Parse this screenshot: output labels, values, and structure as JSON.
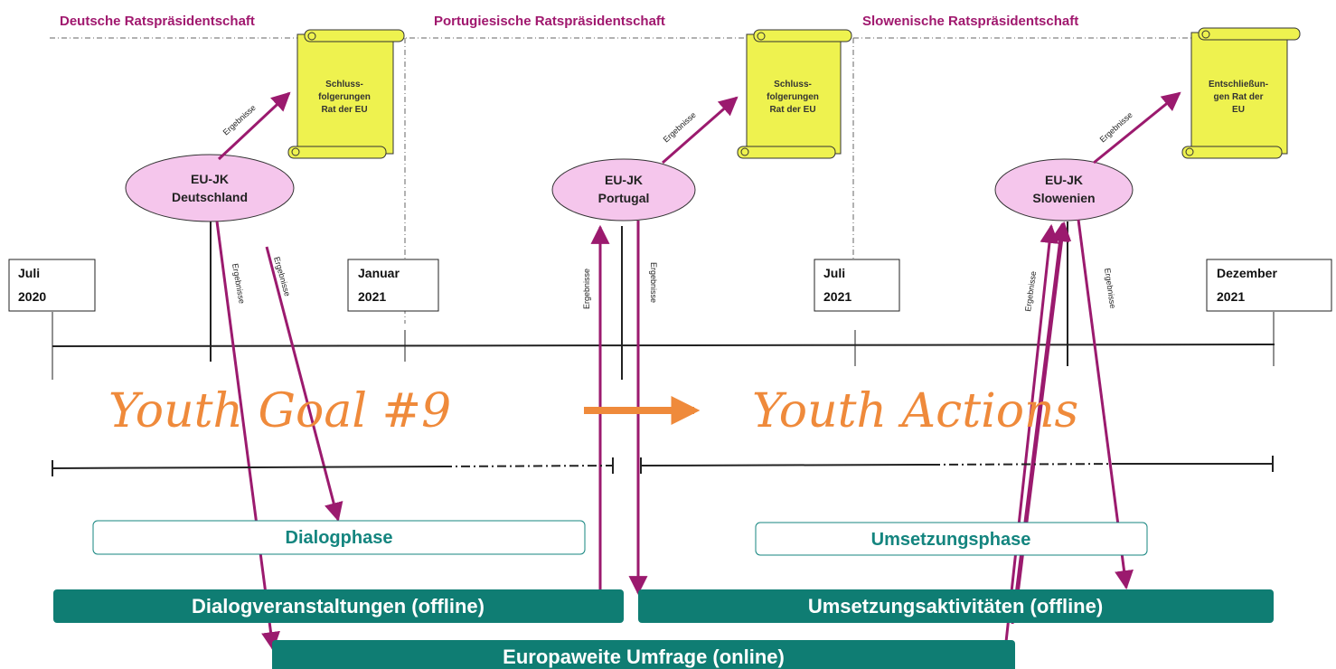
{
  "presidencies": [
    "Deutsche Ratspräsidentschaft",
    "Portugiesische Ratspräsidentschaft",
    "Slowenische Ratspräsidentschaft"
  ],
  "conferences": [
    {
      "line1": "EU-JK",
      "line2": "Deutschland"
    },
    {
      "line1": "EU-JK",
      "line2": "Portugal"
    },
    {
      "line1": "EU-JK",
      "line2": "Slowenien"
    }
  ],
  "documents": [
    {
      "lines": [
        "Schluss-",
        "folgerungen",
        "Rat der EU"
      ]
    },
    {
      "lines": [
        "Schluss-",
        "folgerungen",
        "Rat der EU"
      ]
    },
    {
      "lines": [
        "Entschließun-",
        "gen Rat der",
        "EU"
      ]
    }
  ],
  "results_label": "Ergebnisse",
  "dates": [
    {
      "month": "Juli",
      "year": "2020"
    },
    {
      "month": "Januar",
      "year": "2021"
    },
    {
      "month": "Juli",
      "year": "2021"
    },
    {
      "month": "Dezember",
      "year": "2021"
    }
  ],
  "headline": {
    "left": "Youth Goal #9",
    "right": "Youth Actions"
  },
  "phases": {
    "dialog": "Dialogphase",
    "implementation": "Umsetzungsphase"
  },
  "bars": {
    "dialog_events": "Dialogveranstaltungen (offline)",
    "implementation_activities": "Umsetzungsaktivitäten (offline)",
    "survey": "Europaweite Umfrage (online)"
  },
  "colors": {
    "presidency_text": "#a0186e",
    "arrow": "#9b1a6e",
    "conference_fill": "#f5c6ec",
    "scroll_fill": "#eef24f",
    "headline": "#ef8a3b",
    "phase_text": "#14857f",
    "bar_fill": "#0f7d73"
  }
}
